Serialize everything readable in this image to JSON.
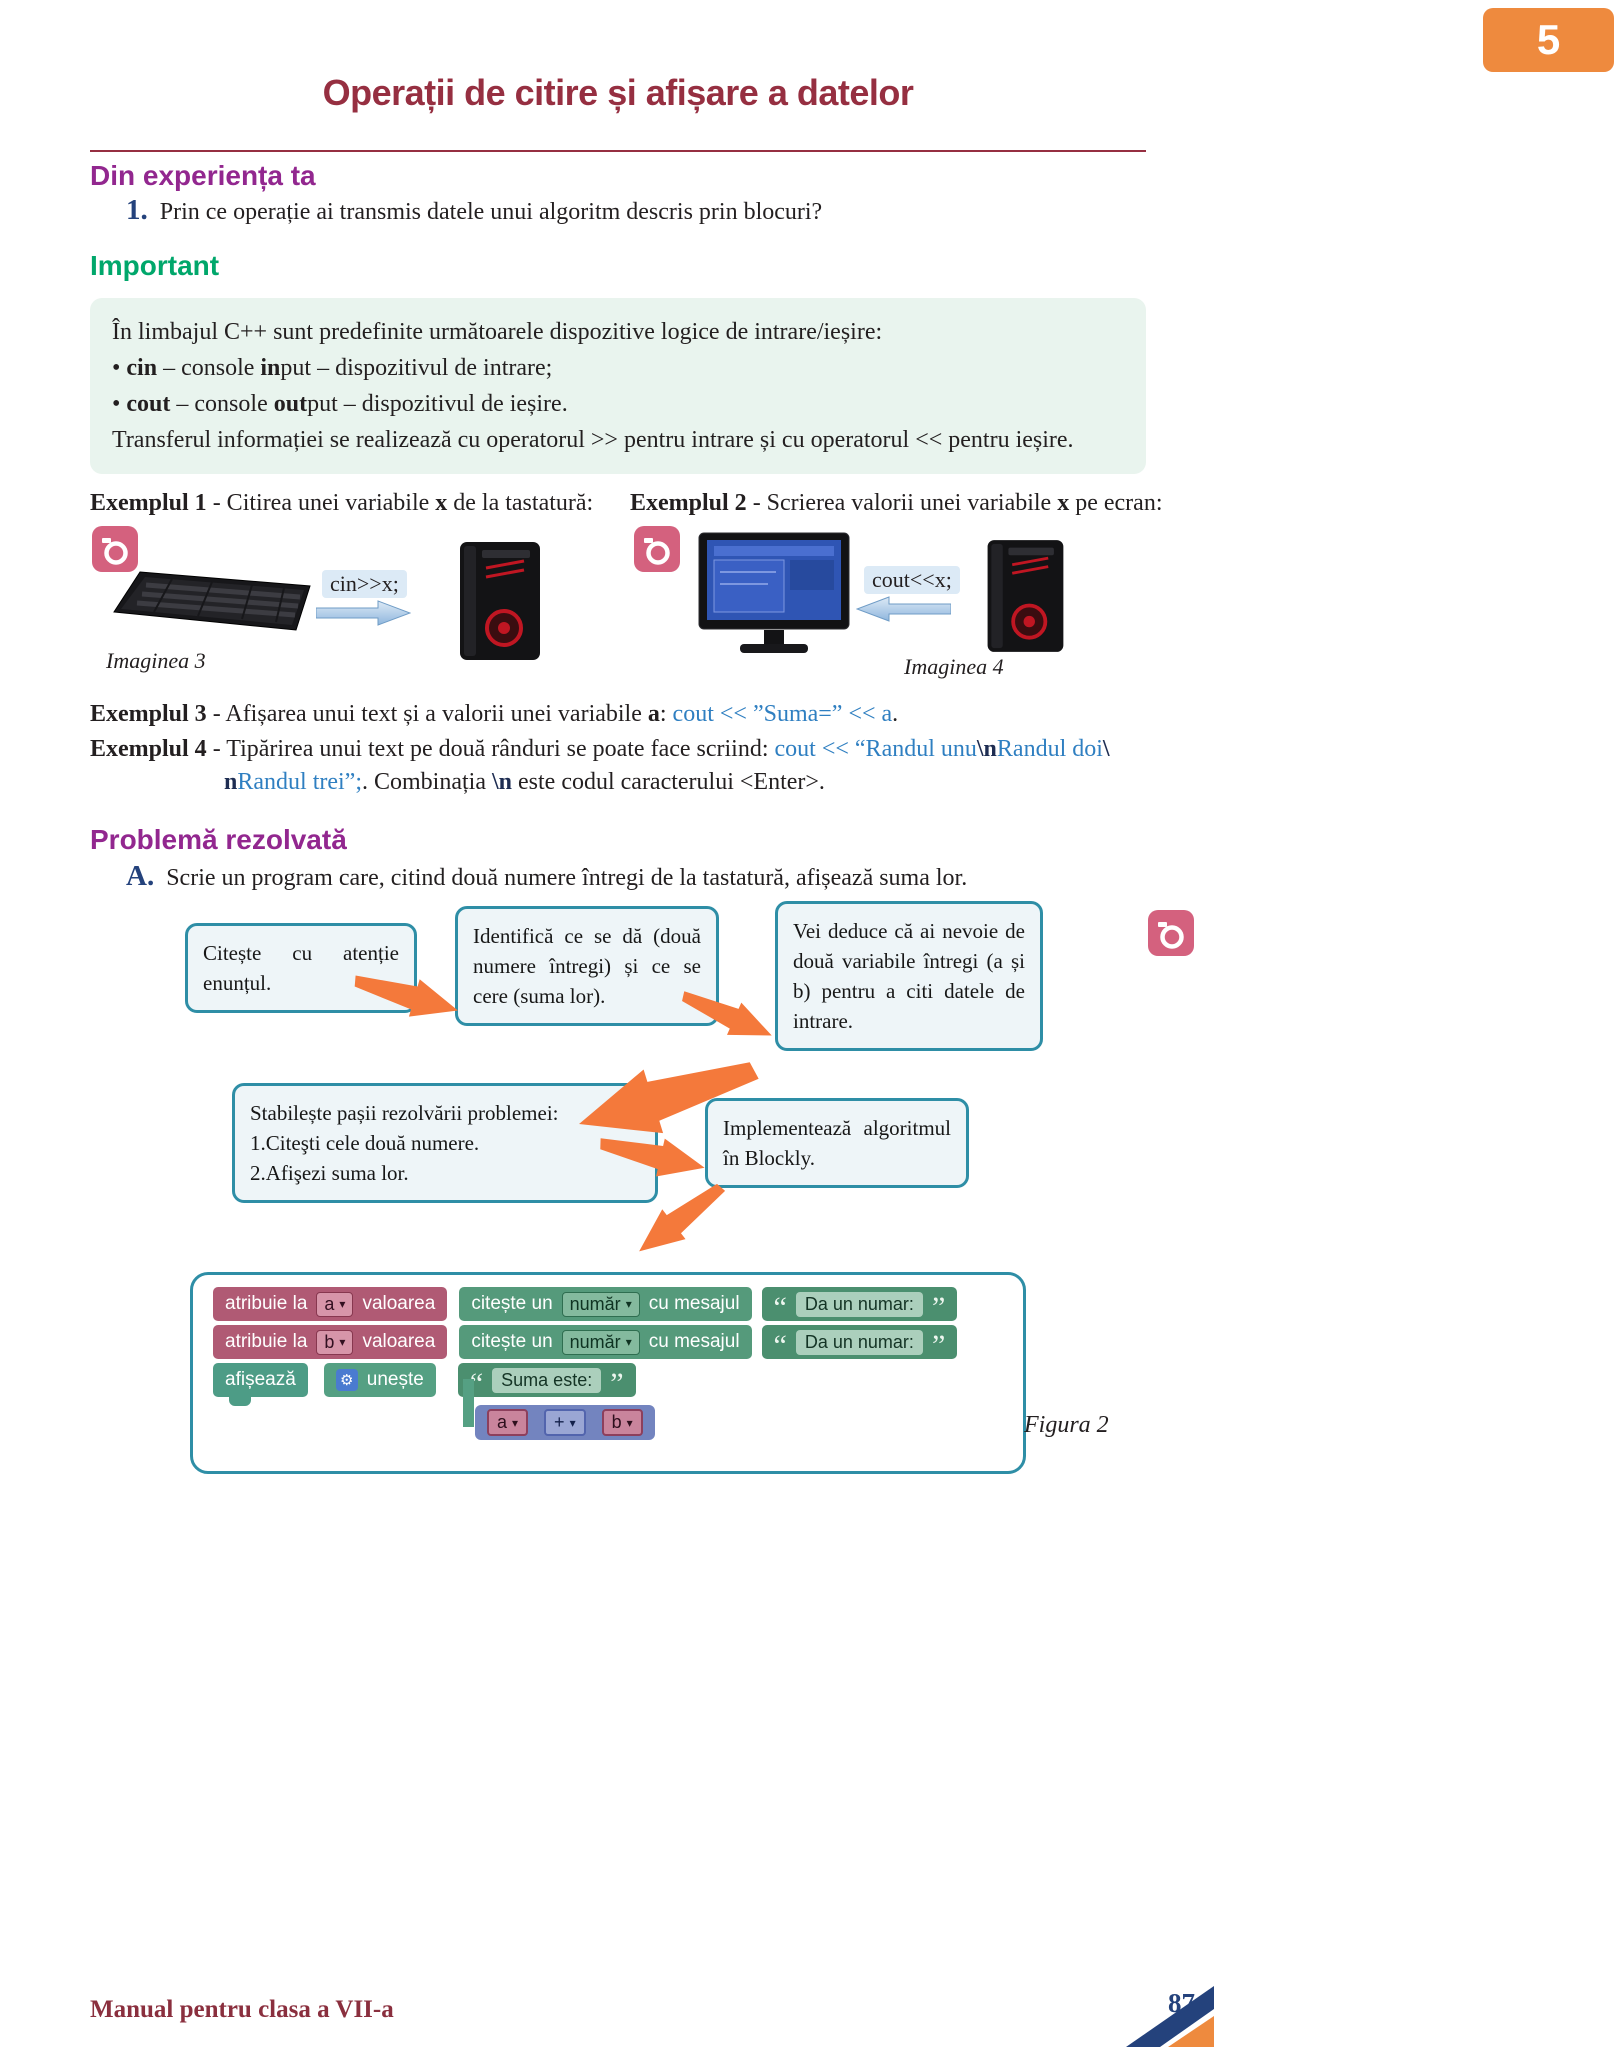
{
  "page": {
    "tab_number": "5",
    "title": "Operații de citire și afișare a datelor",
    "footer": "Manual pentru clasa a VII-a",
    "page_number": "87"
  },
  "experience": {
    "heading": "Din experiența ta",
    "q_number": "1.",
    "q_text": "Prin ce operație ai transmis datele unui algoritm descris prin blocuri?"
  },
  "important": {
    "heading": "Important",
    "bullet": "•",
    "intro": "În limbajul C++ sunt predefinite următoarele dispozitive logice de intrare/ieșire:",
    "b1": {
      "term": "cin",
      "mid": " – console ",
      "em": "in",
      "rest": "put – dispozitivul de intrare;"
    },
    "b2": {
      "term": "cout",
      "mid": " – console ",
      "em": "out",
      "rest": "put – dispozitivul de ieșire."
    },
    "outro": "Transferul informației se realizează cu operatorul >> pentru intrare și cu operatorul << pentru ieșire."
  },
  "example1": {
    "label": "Exemplul 1",
    "pre": " - Citirea unei variabile ",
    "var": "x",
    "post": " de la tastatură:",
    "arrow_label": "cin>>x;",
    "caption": "Imaginea 3"
  },
  "example2": {
    "label": "Exemplul 2",
    "pre": " - Scrierea valorii unei variabile ",
    "var": "x",
    "post": " pe ecran:",
    "arrow_label": "cout<<x;",
    "caption": "Imaginea 4"
  },
  "example3": {
    "label": "Exemplul 3",
    "pre": " - Afișarea unui text și a valorii unei variabile ",
    "var": "a",
    "colon": ": ",
    "code": "cout << ”Suma=” << a",
    "end": "."
  },
  "example4": {
    "label": "Exemplul 4",
    "pre": " - Tipărirea unui text pe două rânduri se poate face scriind: ",
    "code1": "cout << “Randul unu",
    "nl1": "\\n",
    "code2": "Randul doi",
    "nl2": "\\",
    "nl3": "n",
    "code3": "Randul trei”;",
    "mid": ". Combinația ",
    "nl4": "\\n",
    "end": " este codul caracterului <Enter>."
  },
  "problem": {
    "heading": "Problemă rezolvată",
    "item_letter": "A.",
    "item_text": "Scrie un program care, citind două numere întregi de la tastatură, afișează suma lor."
  },
  "flowchart": {
    "box1": "Citește cu atenție enunțul.",
    "box2": "Identifică ce se dă (două numere întregi) și ce se cere (suma lor).",
    "box3": "Vei deduce că ai nevoie de două variabile întregi (a și b) pentru a citi datele de intrare.",
    "box4_line1": "Stabilește pașii rezolvării problemei:",
    "box4_line2": "1.Citeşti cele două numere.",
    "box4_line3": "2.Afişezi suma lor.",
    "box5": "Implementează algoritmul în Blockly.",
    "caption": "Figura 2"
  },
  "blockly": {
    "assign_label": "atribuie la",
    "value_label": "valoarea",
    "read_label": "citește un",
    "type_option": "număr",
    "msg_label": "cu mesajul",
    "quote_open": "“",
    "quote_close": "”",
    "prompt_text": "Da un numar:",
    "var_a": "a",
    "var_b": "b",
    "print_label": "afișează",
    "join_label": "unește",
    "sum_text": "Suma este:",
    "plus": "+",
    "caret": "▾",
    "gear_glyph": "⚙"
  }
}
